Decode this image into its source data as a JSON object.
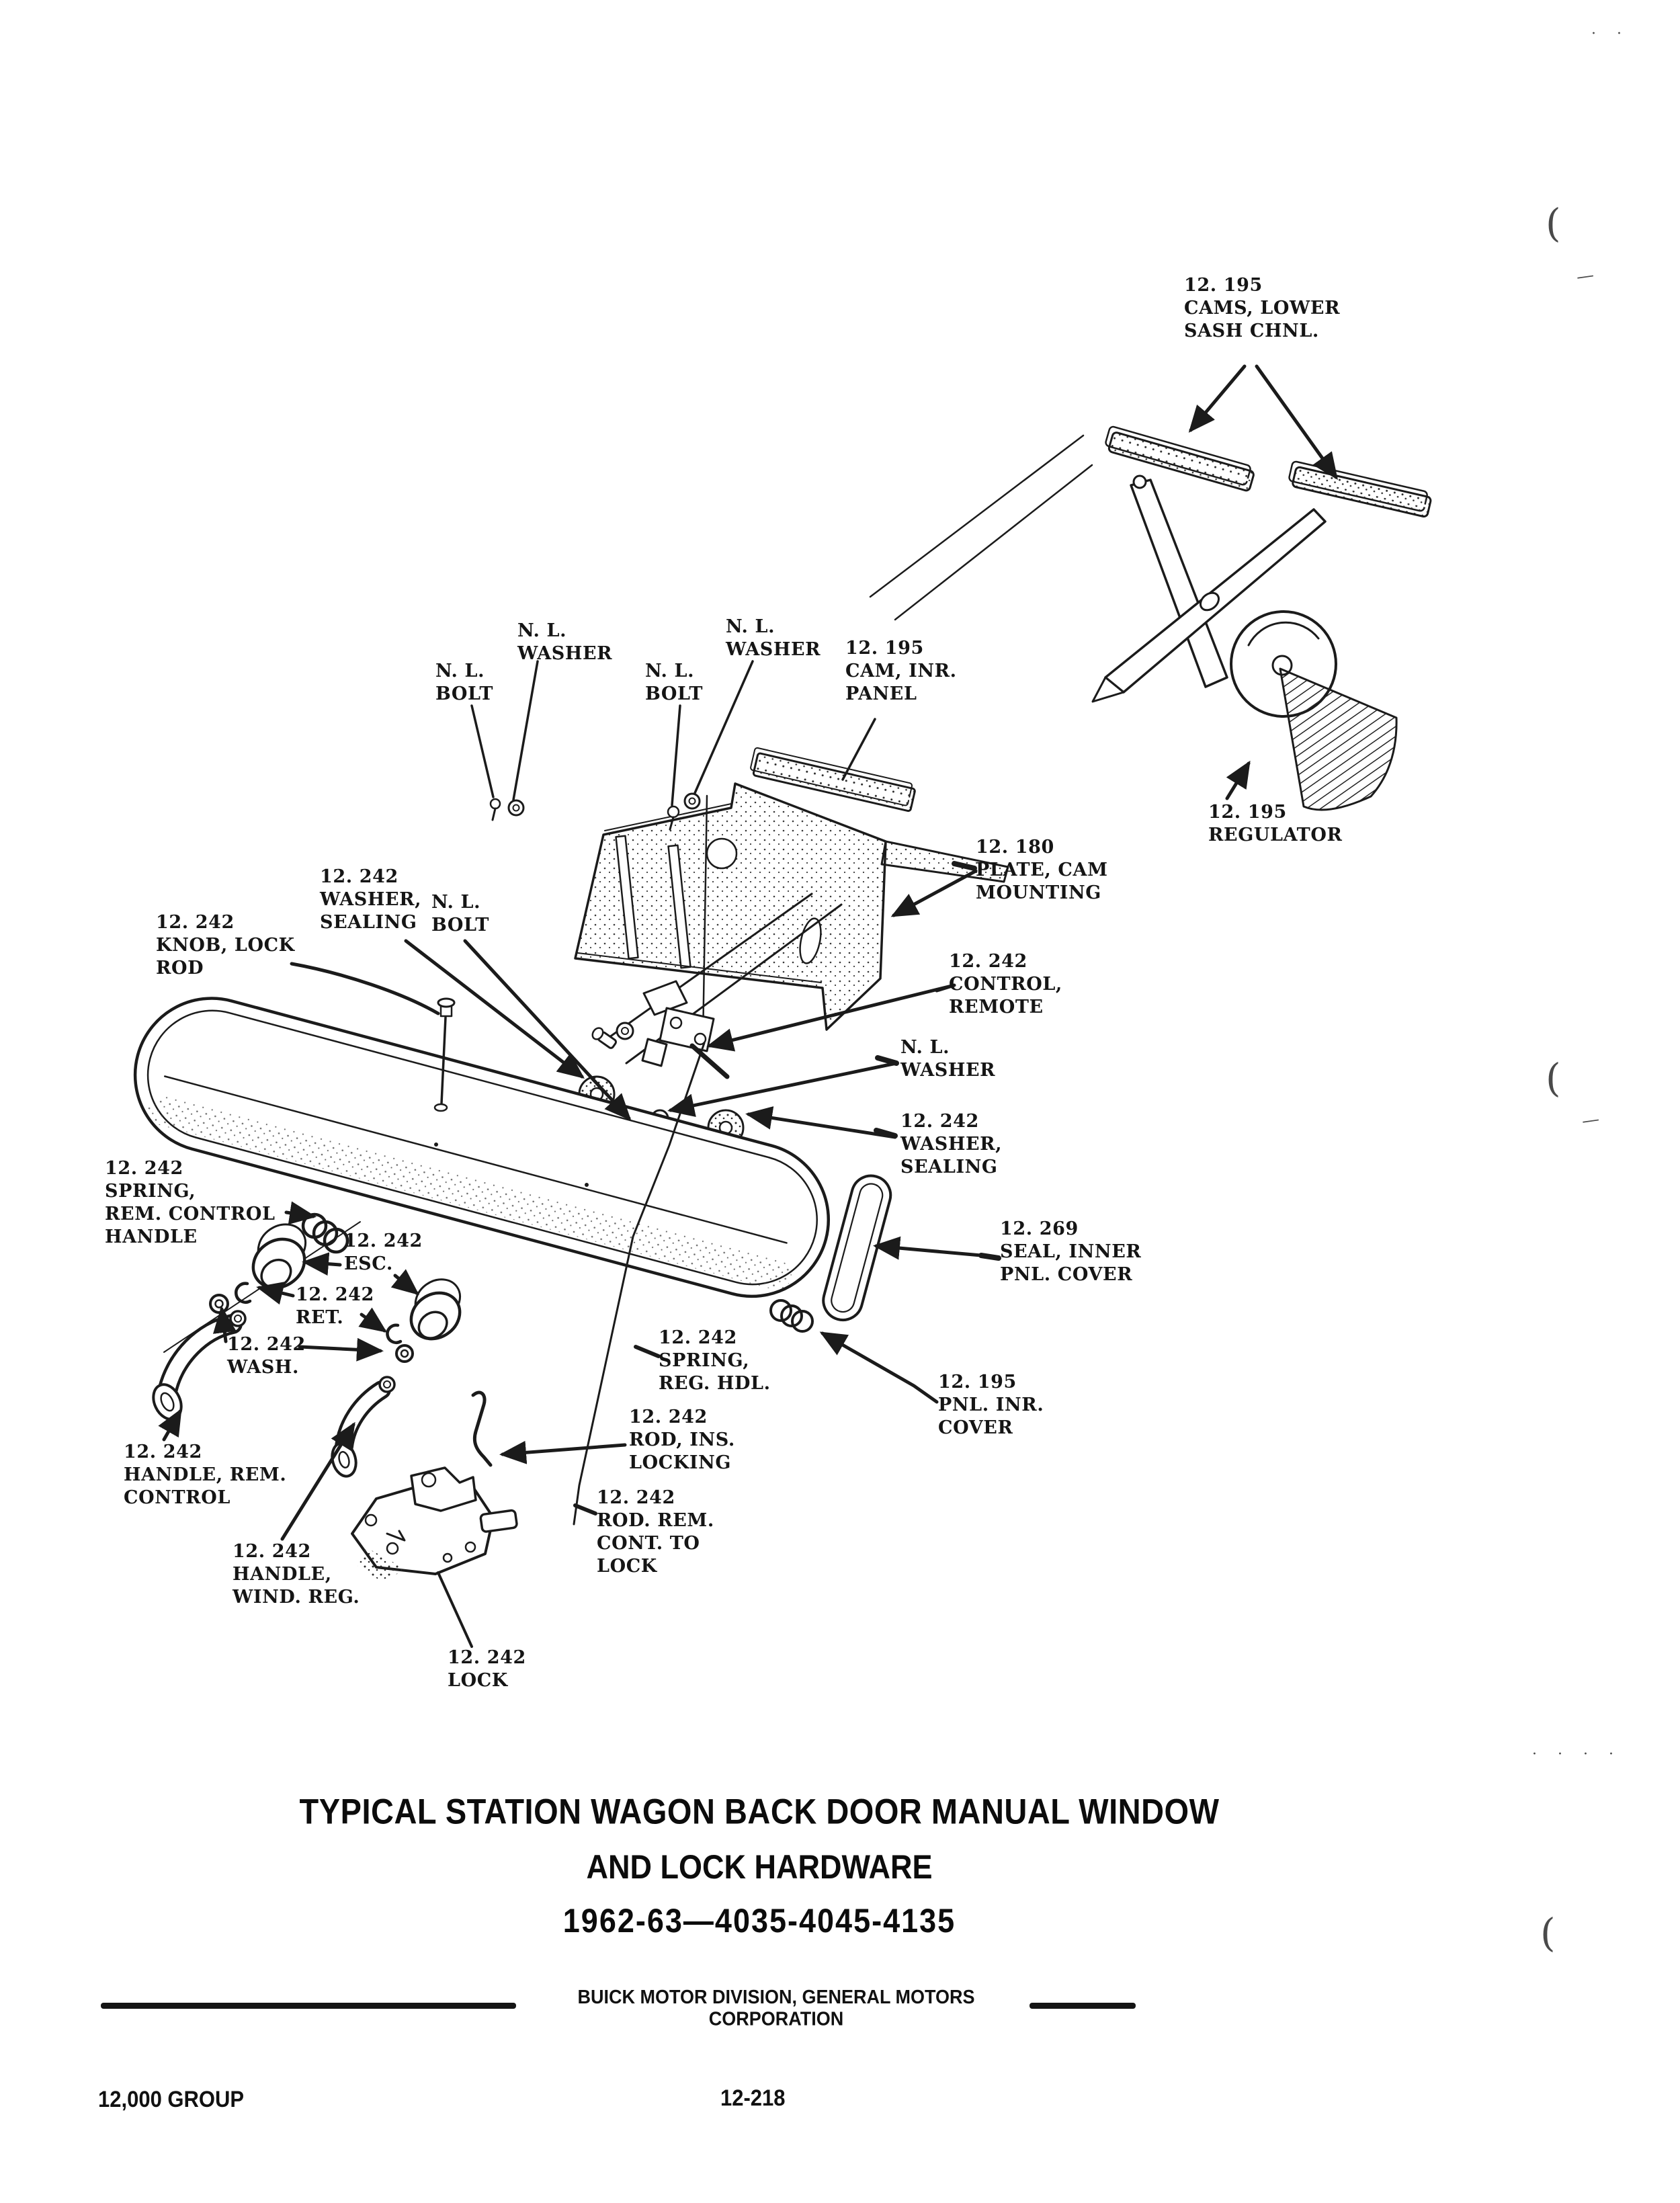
{
  "colors": {
    "paper": "#ffffff",
    "ink": "#1b1b1b",
    "label_text": "#151515"
  },
  "labels": [
    {
      "id": "cams-lower-sash-chnl",
      "lines": [
        "12. 195",
        "CAMS, LOWER",
        "SASH CHNL."
      ]
    },
    {
      "id": "nl-bolt-1",
      "lines": [
        "N. L.",
        "BOLT"
      ]
    },
    {
      "id": "nl-washer-1",
      "lines": [
        "N. L.",
        "WASHER"
      ]
    },
    {
      "id": "nl-bolt-2",
      "lines": [
        "N. L.",
        "BOLT"
      ]
    },
    {
      "id": "nl-washer-2",
      "lines": [
        "N. L.",
        "WASHER"
      ]
    },
    {
      "id": "cam-inr-panel",
      "lines": [
        "12. 195",
        "CAM, INR.",
        "PANEL"
      ]
    },
    {
      "id": "regulator",
      "lines": [
        "12. 195",
        "REGULATOR"
      ]
    },
    {
      "id": "plate-cam-mounting",
      "lines": [
        "12. 180",
        "PLATE, CAM",
        "MOUNTING"
      ]
    },
    {
      "id": "washer-sealing-1",
      "lines": [
        "12. 242",
        "WASHER,",
        "SEALING"
      ]
    },
    {
      "id": "nl-bolt-3",
      "lines": [
        "N. L.",
        "BOLT"
      ]
    },
    {
      "id": "knob-lock-rod",
      "lines": [
        "12. 242",
        "KNOB, LOCK",
        "ROD"
      ]
    },
    {
      "id": "control-remote",
      "lines": [
        "12. 242",
        "CONTROL,",
        "REMOTE"
      ]
    },
    {
      "id": "nl-washer-3",
      "lines": [
        "N. L.",
        "WASHER"
      ]
    },
    {
      "id": "washer-sealing-2",
      "lines": [
        "12. 242",
        "WASHER,",
        "SEALING"
      ]
    },
    {
      "id": "spring-rem-control-handle",
      "lines": [
        "12. 242",
        "SPRING,",
        "REM. CONTROL",
        "HANDLE"
      ]
    },
    {
      "id": "esc",
      "lines": [
        "12. 242",
        "ESC."
      ]
    },
    {
      "id": "ret",
      "lines": [
        "12. 242",
        "RET."
      ]
    },
    {
      "id": "wash",
      "lines": [
        "12. 242",
        "WASH."
      ]
    },
    {
      "id": "seal-inner-pnl-cover",
      "lines": [
        "12. 269",
        "SEAL, INNER",
        "PNL. COVER"
      ]
    },
    {
      "id": "spring-reg-hdl",
      "lines": [
        "12. 242",
        "SPRING,",
        "REG. HDL."
      ]
    },
    {
      "id": "pnl-inr-cover",
      "lines": [
        "12. 195",
        "PNL. INR.",
        "COVER"
      ]
    },
    {
      "id": "rod-ins-locking",
      "lines": [
        "12. 242",
        "ROD, INS.",
        "LOCKING"
      ]
    },
    {
      "id": "rod-rem-cont-to-lock",
      "lines": [
        "12. 242",
        "ROD. REM.",
        "CONT. TO",
        "LOCK"
      ]
    },
    {
      "id": "handle-rem-control",
      "lines": [
        "12. 242",
        "HANDLE, REM.",
        "CONTROL"
      ]
    },
    {
      "id": "handle-wind-reg",
      "lines": [
        "12. 242",
        "HANDLE,",
        "WIND. REG."
      ]
    },
    {
      "id": "lock",
      "lines": [
        "12. 242",
        "LOCK"
      ]
    }
  ],
  "title": {
    "line1": "TYPICAL STATION WAGON BACK DOOR MANUAL WINDOW",
    "line2": "AND LOCK HARDWARE",
    "line3": "1962-63—4035-4045-4135"
  },
  "footer": {
    "center": "BUICK MOTOR DIVISION, GENERAL MOTORS CORPORATION",
    "left": "12,000 GROUP",
    "page": "12-218"
  },
  "margin_marks": {
    "paren": "(",
    "dash": "—",
    "dots_top": "· ·",
    "dots_mid": "·  ·  ·  ·"
  }
}
